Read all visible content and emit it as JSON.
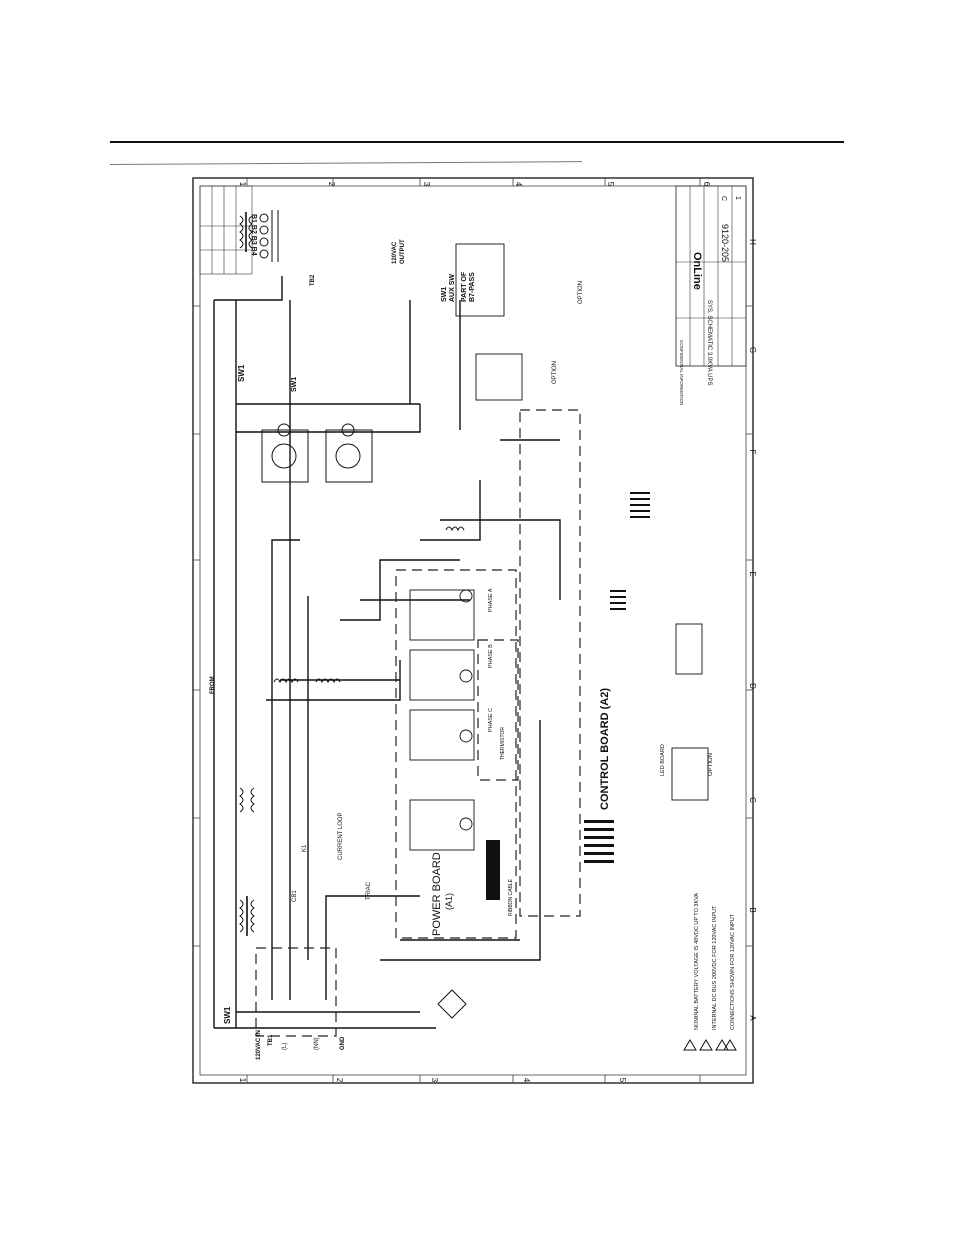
{
  "frame": {
    "zones_numeric": [
      "1",
      "2",
      "3",
      "4",
      "5",
      "6"
    ],
    "zones_alpha": [
      "A",
      "B",
      "C",
      "D",
      "E",
      "F",
      "G",
      "H"
    ]
  },
  "boards": {
    "control_board": "CONTROL BOARD (A2)",
    "power_board": "POWER BOARD",
    "power_board_id": "(A1)"
  },
  "labels": {
    "sw1": "SW1",
    "sw1_aux_1": "SW1",
    "sw1_aux_2": "AUX SW",
    "sw1_aux_3": "PART OF",
    "sw1_aux_4": "B7-PASS",
    "input": "120VAC IN",
    "tb1": "TB1",
    "tb2": "TB2",
    "output_1": "120VAC",
    "output_2": "OUTPUT",
    "from_tb3": "FROM",
    "gnd": "GND",
    "neutral": "(NN)",
    "line": "(L)",
    "batteries": "B1 B2 B3 B4",
    "cb1": "CB1",
    "k1": "K1",
    "phase_a": "PHASE A",
    "phase_b": "PHASE B",
    "phase_c": "PHASE C",
    "thermistor": "THERMISTOR",
    "option": "OPTION",
    "ribbon": "RIBBON CABLE",
    "led_board": "LED BOARD",
    "current_loop": "CURRENT LOOP",
    "triac": "TRIAC",
    "company": "OnLine",
    "title_line_1": "SYS. SCHEMATIC 3.0KVA UPS",
    "doc_number": "9120-205",
    "sheet": "1",
    "rev": "C",
    "confidential": "CONFIDENTIAL INFORMATION"
  },
  "notes": [
    "NOMINAL BATTERY VOLTAGE IS 48VDC UP TO 3KVA",
    "INTERNAL DC BUS 200VDC FOR 120VAC INPUT",
    "CONNECTIONS SHOWN FOR 120VAC INPUT"
  ]
}
